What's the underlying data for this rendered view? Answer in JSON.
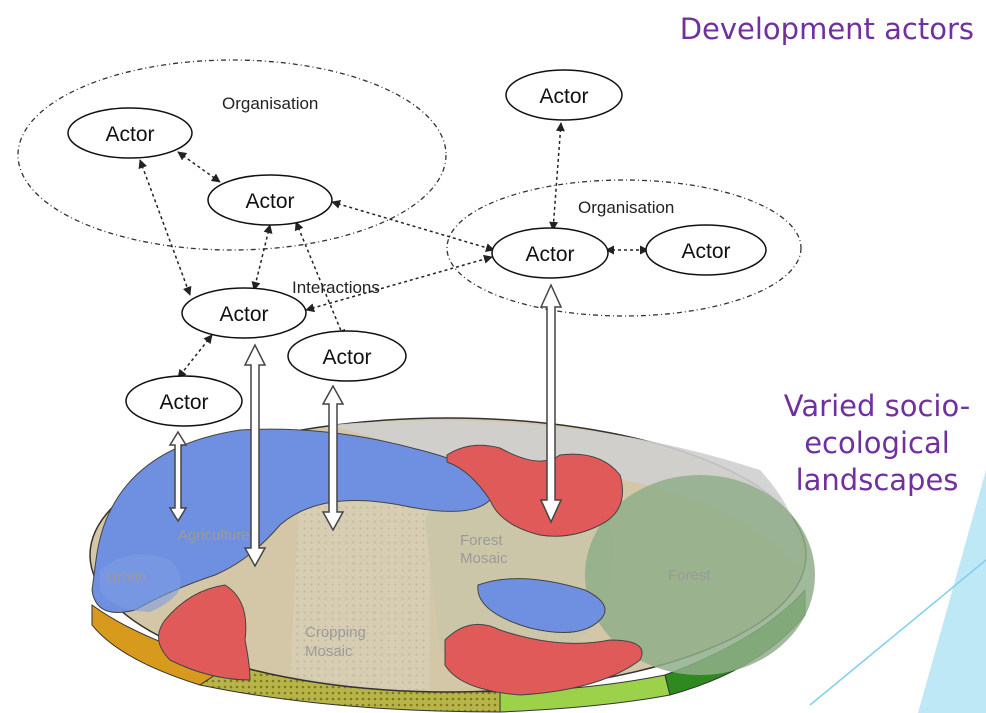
{
  "title": "Development actors",
  "subtitle": "Varied socio-ecological landscapes",
  "subtitle_lines": [
    "Varied socio-",
    "ecological",
    "landscapes"
  ],
  "actor_label": "Actor",
  "organisation_label": "Organisation",
  "interactions_label": "Interactions",
  "zones": {
    "urban": "Urban",
    "agriculture": "Agriculture",
    "forest_mosaic": [
      "Forest",
      "Mosaic"
    ],
    "forest": "Forest",
    "cropping_mosaic": [
      "Cropping",
      "Mosaic"
    ]
  },
  "colors": {
    "title": "#7030a0",
    "urban_blue": "#6f8fe0",
    "red_patch": "#e05a5a",
    "tan_ground": "#d4c7a8",
    "forest_green": "#8fae8a",
    "disc_green": "#2e8a1e",
    "disc_orange": "#d89a1c",
    "accent_light_blue": "#bfe8f7"
  }
}
